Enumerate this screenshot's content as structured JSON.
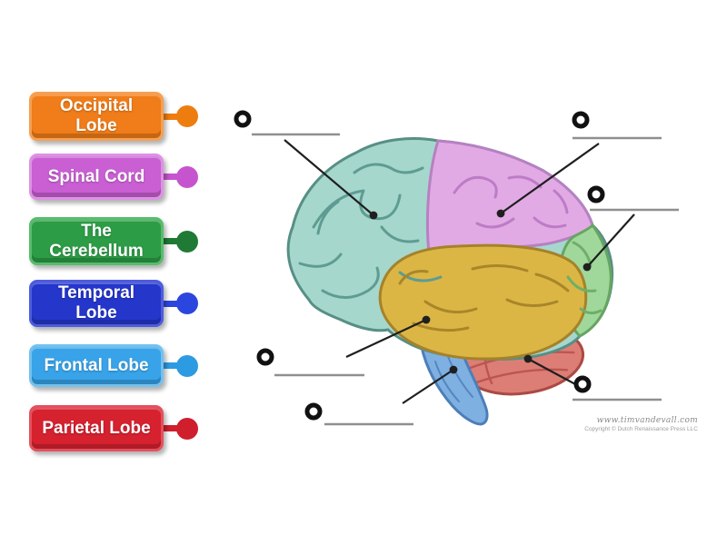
{
  "activity": {
    "kind": "labelled-diagram-exercise",
    "background": "#ffffff"
  },
  "labels": [
    {
      "text": "Occipital\nLobe",
      "fill": "#F07D19",
      "border": "#F6A04F",
      "dot": "#EE7D10"
    },
    {
      "text": "Spinal Cord",
      "fill": "#C95FD3",
      "border": "#DD92E3",
      "dot": "#C654CF"
    },
    {
      "text": "The\nCerebellum",
      "fill": "#2D9C46",
      "border": "#57BD6C",
      "dot": "#1F7A35"
    },
    {
      "text": "Temporal\nLobe",
      "fill": "#2536CB",
      "border": "#4D5CDE",
      "dot": "#2B46DE"
    },
    {
      "text": "Frontal Lobe",
      "fill": "#38A3E8",
      "border": "#74C1F0",
      "dot": "#2D9BE2"
    },
    {
      "text": "Parietal Lobe",
      "fill": "#D6212F",
      "border": "#E4505C",
      "dot": "#CF1F2D"
    }
  ],
  "regions": {
    "frontal": {
      "color": "#A5D7CD"
    },
    "parietal": {
      "color": "#E2AAE4"
    },
    "occipital": {
      "color": "#A0D89C"
    },
    "temporal": {
      "color": "#DCB644"
    },
    "cerebellum": {
      "color": "#DC7E76"
    },
    "spinal_cord": {
      "color": "#7FB0E2"
    }
  },
  "markers": {
    "count": 6,
    "pointer_color": "#1F1F1F",
    "blank_line_color": "#8F8F8F",
    "ring_color": "#111111"
  },
  "watermark": {
    "site": "www.timvandevall.com",
    "copyright": "Copyright © Dutch Renaissance Press LLC"
  }
}
